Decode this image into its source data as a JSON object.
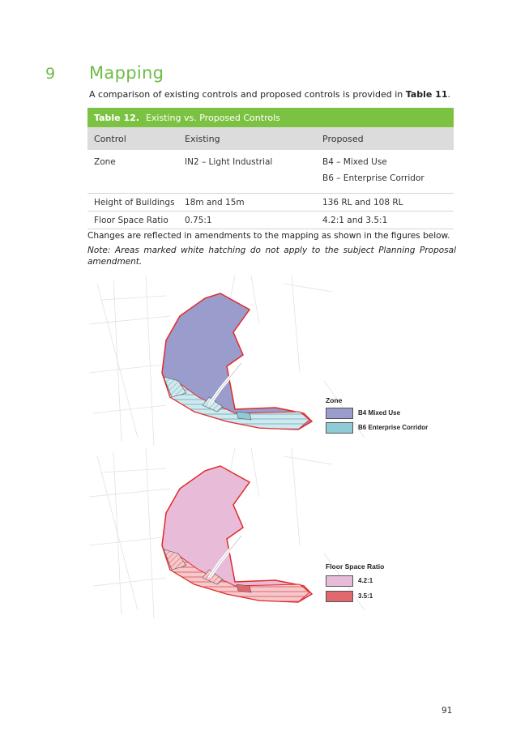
{
  "section": {
    "number": "9",
    "title": "Mapping"
  },
  "intro": {
    "text": "A comparison of existing controls and proposed controls is provided in ",
    "ref": "Table 11",
    "end": "."
  },
  "table": {
    "caption_label": "Table 12.",
    "caption_text": "Existing vs. Proposed Controls",
    "headers": [
      "Control",
      "Existing",
      "Proposed"
    ],
    "rows": [
      {
        "control": "Zone",
        "existing": "IN2 – Light Industrial",
        "proposed": [
          "B4 – Mixed Use",
          "B6 – Enterprise Corridor"
        ]
      },
      {
        "control": "Height of Buildings",
        "existing": "18m and 15m",
        "proposed": [
          "136 RL and 108 RL"
        ]
      },
      {
        "control": "Floor Space Ratio",
        "existing": "0.75:1",
        "proposed": [
          "4.2:1 and 3.5:1"
        ]
      }
    ]
  },
  "after_text": "Changes are reflected in amendments to the mapping as shown in the figures below.",
  "note": "Note: Areas marked white hatching do not apply to the subject Planning Proposal amendment.",
  "maps": [
    {
      "legend_title": "Zone",
      "items": [
        {
          "label": "B4 Mixed Use",
          "color": "#9a9ccb"
        },
        {
          "label": "B6 Enterprise Corridor",
          "color": "#8fcbd6"
        }
      ]
    },
    {
      "legend_title": "Floor Space Ratio",
      "items": [
        {
          "label": "4.2:1",
          "color": "#e8bcd8"
        },
        {
          "label": "3.5:1",
          "color": "#e0686e"
        }
      ]
    }
  ],
  "page_number": "91"
}
